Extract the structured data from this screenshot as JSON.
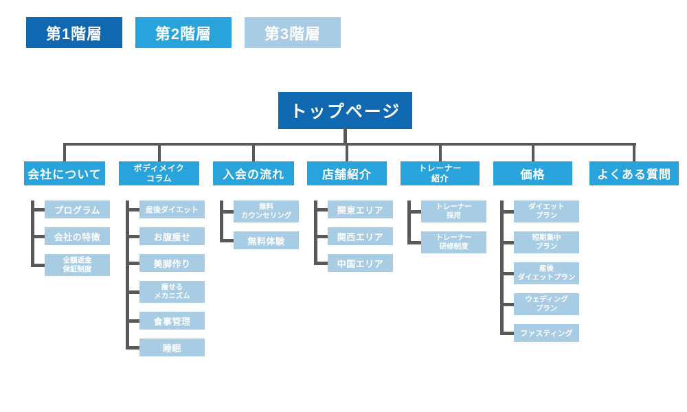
{
  "colors": {
    "level1": "#0f68b0",
    "level2": "#29a3dc",
    "level3": "#a7cce3",
    "connector": "#595959"
  },
  "legend": [
    {
      "label": "第1階層",
      "level": 1
    },
    {
      "label": "第2階層",
      "level": 2
    },
    {
      "label": "第3階層",
      "level": 3
    }
  ],
  "sitemap": {
    "root": {
      "label": "トップページ",
      "level": 1
    },
    "branches": [
      {
        "label": "会社について",
        "level": 2,
        "children": [
          {
            "label": "プログラム"
          },
          {
            "label": "会社の特徴"
          },
          {
            "label": "全額返金\n保証制度"
          }
        ]
      },
      {
        "label": "ボディメイク\nコラム",
        "level": 2,
        "children": [
          {
            "label": "産後ダイエット"
          },
          {
            "label": "お腹痩せ"
          },
          {
            "label": "美脚作り"
          },
          {
            "label": "痩せる\nメカニズム"
          },
          {
            "label": "食事管理"
          },
          {
            "label": "睡眠"
          }
        ]
      },
      {
        "label": "入会の流れ",
        "level": 2,
        "children": [
          {
            "label": "無料\nカウンセリング"
          },
          {
            "label": "無料体験"
          }
        ]
      },
      {
        "label": "店舗紹介",
        "level": 2,
        "children": [
          {
            "label": "関東エリア"
          },
          {
            "label": "関西エリア"
          },
          {
            "label": "中国エリア"
          }
        ]
      },
      {
        "label": "トレーナー\n紹介",
        "level": 2,
        "children": [
          {
            "label": "トレーナー\n採用"
          },
          {
            "label": "トレーナー\n研修制度"
          }
        ]
      },
      {
        "label": "価格",
        "level": 2,
        "children": [
          {
            "label": "ダイエット\nプラン"
          },
          {
            "label": "短期集中\nプラン"
          },
          {
            "label": "産後\nダイエットプラン"
          },
          {
            "label": "ウェディング\nプラン"
          },
          {
            "label": "ファスティング"
          }
        ]
      },
      {
        "label": "よくある質問",
        "level": 2,
        "children": []
      }
    ]
  }
}
